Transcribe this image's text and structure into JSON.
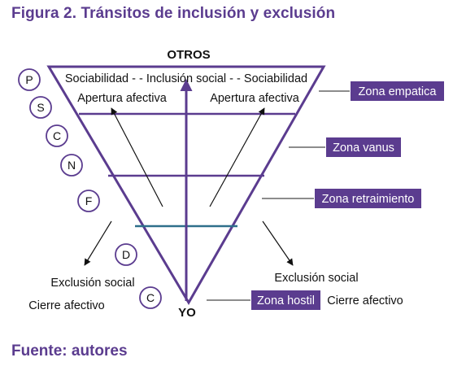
{
  "figure": {
    "title": "Figura 2. Tránsitos de inclusión y exclusión",
    "source": "Fuente: autores"
  },
  "diagram": {
    "top_label": "OTROS",
    "bottom_label": "YO",
    "sociability_line": "Sociabilidad - - Inclusión social - - Sociabilidad",
    "opening_left": "Apertura afectiva",
    "opening_right": "Apertura afectiva",
    "exclusion_left": "Exclusión social",
    "closure_left": "Cierre afectivo",
    "exclusion_right": "Exclusión social",
    "closure_right": "Cierre afectivo",
    "circles": [
      "P",
      "S",
      "C",
      "N",
      "F",
      "D",
      "C"
    ],
    "zones": {
      "empatica": "Zona empatica",
      "vanus": "Zona vanus",
      "retraimiento": "Zona retraimiento",
      "hostil": "Zona hostil"
    },
    "colors": {
      "purple": "#5b3c8f",
      "teal": "#2e6f8a",
      "gray": "#8c8c8c"
    }
  }
}
